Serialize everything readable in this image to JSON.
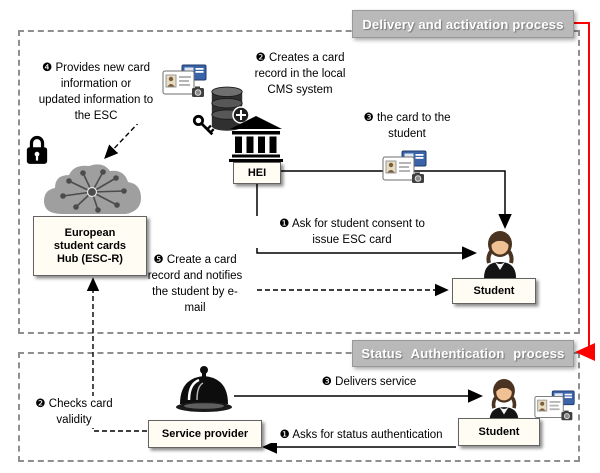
{
  "titles": {
    "top": "Delivery and activation process",
    "bottom": "Status Authentication process"
  },
  "top_process": {
    "step1": "❶ Ask for student consent to\nissue ESC card",
    "step2": "❷ Creates a card\nrecord in the local\nCMS system",
    "step3": "❸ the card to the\nstudent",
    "step4": "❹ Provides new card\ninformation or\nupdated information to\nthe ESC",
    "step5": "❺ Create a card\nrecord and notifies\nthe student by e-\nmail",
    "hei_label": "HEI",
    "hub_label": "European\nstudent cards\nHub (ESC-R)",
    "student_label": "Student"
  },
  "bottom_process": {
    "step1": "❶ Asks for status authentication",
    "step2": "❷ Checks card\nvalidity",
    "step3": "❸ Delivers service",
    "service_provider_label": "Service provider",
    "student_label": "Student"
  },
  "icons": {
    "cms_card": "id-card-icon",
    "database": "database-icon",
    "key": "key-icon",
    "plus_badge": "plus-badge-icon",
    "hei_building": "bank-building-icon",
    "lock": "padlock-icon",
    "cloud_hub": "cloud-network-icon",
    "delivery_card": "id-card-icon",
    "student_top": "student-person-icon",
    "service_cloche": "food-cloche-icon",
    "student_bottom": "student-person-icon",
    "status_card": "id-card-icon"
  },
  "colors": {
    "title_bg": "#b9b9b9",
    "title_text": "#ffffff",
    "container_border": "#8f8f8f",
    "connector_red": "#ff0000",
    "line_black": "#000000",
    "cloud_gray": "#9f9f9f",
    "network_gray": "#4c4c4c",
    "label_bg": "#fffdf3"
  }
}
